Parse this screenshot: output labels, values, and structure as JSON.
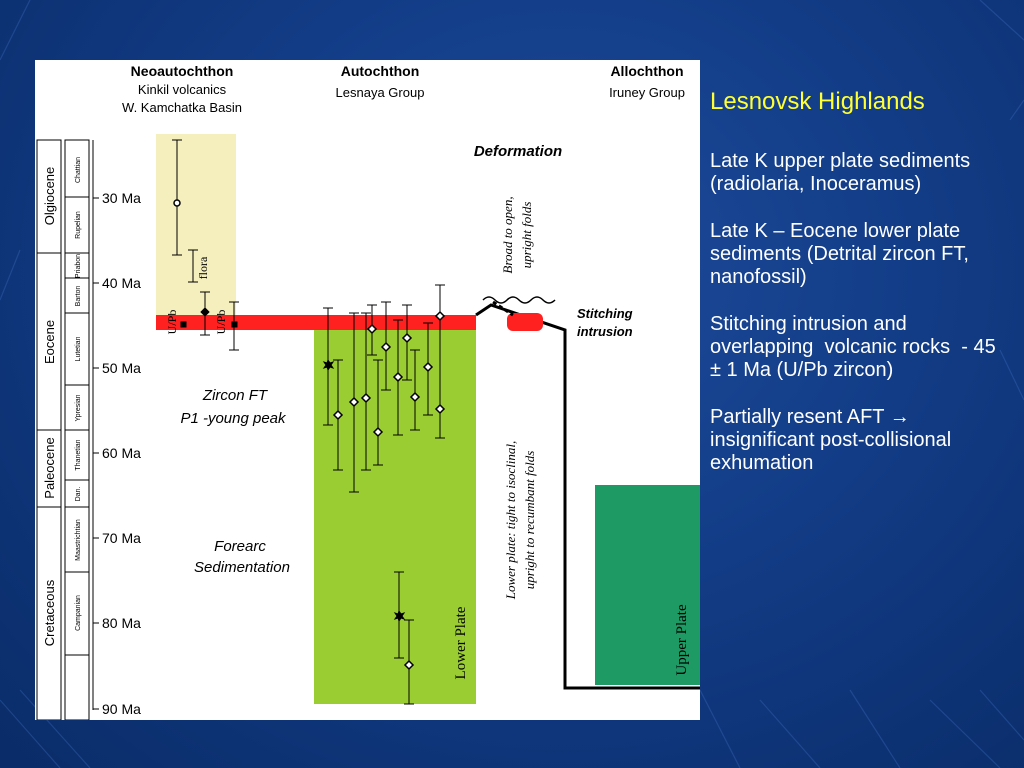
{
  "side_panel": {
    "title": "Lesnovsk Highlands",
    "paragraph_1": "Late K upper plate sediments (radiolaria, Inoceramus)",
    "paragraph_2": "Late K – Eocene lower plate sediments (Detrital zircon FT, nanofossil)",
    "paragraph_3": "Stitching intrusion and overlapping  volcanic rocks  - 45 ± 1 Ma (U/Pb zircon)",
    "paragraph_4_a": "Partially resent AFT ",
    "paragraph_4_arrow": "→",
    "paragraph_4_b": " insignificant post-collisional exhumation"
  },
  "diagram": {
    "col_neo_title": "Neoautochthon",
    "col_neo_sub1": "Kinkil volcanics",
    "col_neo_sub2": "W. Kamchatka Basin",
    "col_auto_title": "Autochthon",
    "col_auto_sub": "Lesnaya Group",
    "col_allo_title": "Allochthon",
    "col_allo_sub": "Iruney Group",
    "deformation": "Deformation",
    "upper_folds_1": "Broad to open,",
    "upper_folds_2": "upright folds",
    "stitching_1": "Stitching",
    "stitching_2": "intrusion",
    "lower_folds_1": "Lower plate: tight to isoclinal,",
    "lower_folds_2": "upright to recumbant folds",
    "zircon_1": "Zircon FT",
    "zircon_2": "P1 -young peak",
    "forearc_1": "Forearc",
    "forearc_2": "Sedimentation",
    "flora": "flora",
    "upb_1": "U/Pb",
    "upb_2": "U/Pb",
    "lower_plate": "Lower Plate",
    "upper_plate": "Upper Plate",
    "age_ticks": [
      "30 Ma",
      "40 Ma",
      "50 Ma",
      "60 Ma",
      "70 Ma",
      "80 Ma",
      "90 Ma"
    ],
    "epochs": [
      "Olgiocene",
      "Eocene",
      "Paleocene",
      "Cretaceous"
    ],
    "stages": [
      "Chattian",
      "Rupelian",
      "Priabon",
      "Barton",
      "Lutetian",
      "Ypresian",
      "Thanetian",
      "Dan.",
      "Maastrichtian",
      "Campanian"
    ]
  },
  "colors": {
    "accent_yellow": "#ffff33",
    "neo_fill": "#f5eebd",
    "auto_fill": "#9acd32",
    "allo_fill": "#1e9a64",
    "stitch_red": "#ff2020"
  }
}
